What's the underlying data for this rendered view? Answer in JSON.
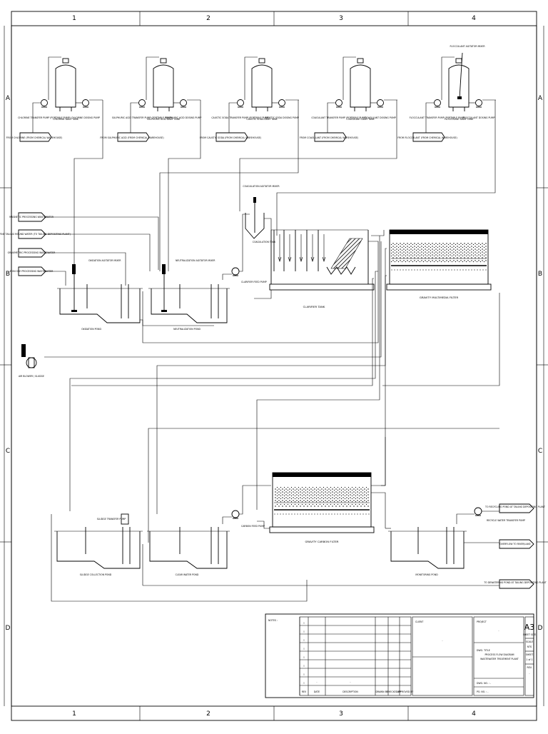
{
  "grid": {
    "columns": [
      "1",
      "2",
      "3",
      "4"
    ],
    "rows": [
      "A",
      "B",
      "C",
      "D"
    ]
  },
  "dosing_units": [
    {
      "left_pump": "CHLORINE TRANSFER PUMP (PORTABLE PUMP)",
      "tank": "CHLORINE DAILY TANK",
      "right_pump": "CHLORINE DOSING PUMP",
      "supply": "FROM CHLORINE (FROM CHEMICAL WAREHOUSE)"
    },
    {
      "left_pump": "SULPHURIC ACID TRANSFER PUMP (PORTABLE PUMP)",
      "tank": "SULPHURIC ACID DAILY TANK",
      "right_pump": "SULPHURIC ACID DOSING PUMP",
      "supply": "FROM SULPHURIC ACID (FROM CHEMICAL WAREHOUSE)"
    },
    {
      "left_pump": "CAUSTIC SODA TRANSFER PUMP (PORTABLE PUMP)",
      "tank": "CAUSTIC SODA DAILY TANK",
      "right_pump": "CAUSTIC SODA DOSING PUMP",
      "supply": "FROM CAUSTIC SODA (FROM CHEMICAL WAREHOUSE)"
    },
    {
      "left_pump": "COAGULANT TRANSFER PUMP (PORTABLE PUMP)",
      "tank": "COAGULANT DAILY TANK",
      "right_pump": "COAGULANT DOSING PUMP",
      "supply": "FROM COAGULANT (FROM CHEMICAL WAREHOUSE)"
    },
    {
      "left_pump": "FLOCCULANT TRANSFER PUMP (PORTABLE PUMP)",
      "tank": "FLOCCULANT DAILY TANK",
      "right_pump": "FLOCCULANT DOSING PUMP",
      "supply": "FROM FLOCCULANT (FROM CHEMICAL WAREHOUSE)"
    }
  ],
  "flocculant_mixer": "FLOCCULANT AGITATOR MIXER",
  "inlets": [
    "MAGNETIC PROCESSING WASTEWATER",
    "FROM FINE TAILING MOUND WATER (TO TAILING DEPOSITING PLANT)",
    "GRAVIMETRIC PROCESSING WASTEWATER",
    "IRON ORE PROCESSING WASTEWATER"
  ],
  "labels": {
    "oxidation_mixer": "OXIDATION AGITATOR MIXER",
    "neutral_mixer": "NEUTRALIZATION AGITATOR MIXER",
    "coag_mixer": "COAGULATION AGITATOR MIXER",
    "coag_tank": "COAGULATION TANK",
    "clarifier_feed_pump": "CLARIFIER FEED PUMP",
    "oxidation_pond": "OXIDATION POND",
    "neutral_pond": "NEUTRALIZATION POND",
    "clarifier_tank": "CLARIFIER TANK",
    "multimedia_filter": "GRAVITY MULTIMEDIA FILTER",
    "air_blower": "AIR BLOWER / SLUDGE",
    "sludge_collection_pond": "SLUDGE COLLECTION POND",
    "sludge_pump": "SLUDGE TRANSFER PUMP",
    "clear_water_pond": "CLEAR WATER POND",
    "carbon_feed_pump": "CARBON FEED PUMP",
    "carbon_filter": "GRAVITY CARBON FILTER",
    "monitoring_pond": "MONITORING POND",
    "recycle_pump": "RECYCLE WATER TRANSFER PUMP",
    "out_recycle": "TO RECYCLING POND AT TAILING DEPOSITING PLANT",
    "out_overflow": "OVERFLOW TO RIVER/LAKE",
    "out_sludge": "TO DEWATERING POND AT TAILING DEPOSITING PLANT"
  },
  "title_block": {
    "notes": "NOTES :",
    "rev_headers": [
      "REV",
      "DATE",
      "DESCRIPTION",
      "DRAWN BY",
      "CHECKED BY",
      "APPROVED BY"
    ],
    "rev_symbol": "△",
    "rev_dashes": [
      "-",
      "-"
    ],
    "client": "CLIENT",
    "client_value": "-",
    "project": "PROJECT",
    "project_value": "-",
    "dwg_title_label": "DWG. TITLE",
    "dwg_title_1": "PROCESS FLOW DIAGRAM",
    "dwg_title_2": "WASTEWATER TREATMENT PLANT",
    "dwg_no": "DWG. NO. : -",
    "po_no": "PO. NO. : -",
    "sheet_size": "A3",
    "sheet_size_label": "SHEET SIZE",
    "scale_label": "SCALE",
    "scale_value": "NTS",
    "sheet_label": "SHEET",
    "sheet_value": "1 of 1",
    "rev_label": "REV.",
    "rev_value": "-"
  }
}
